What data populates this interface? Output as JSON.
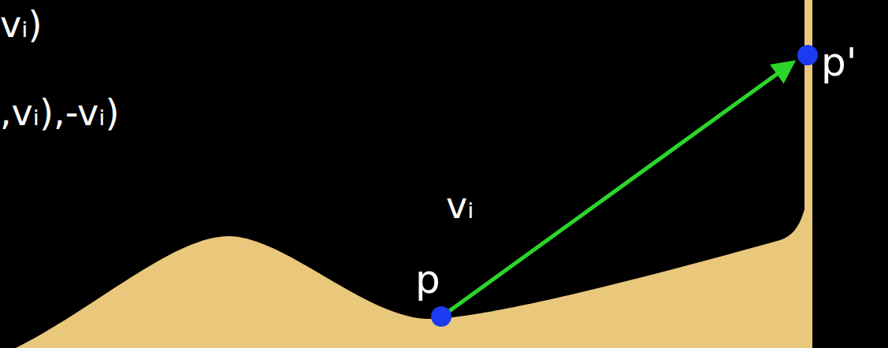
{
  "diagram": {
    "labels": [
      "vᵢ)",
      ",vᵢ),-vᵢ)",
      "vᵢ",
      "p",
      "p'"
    ]
  }
}
